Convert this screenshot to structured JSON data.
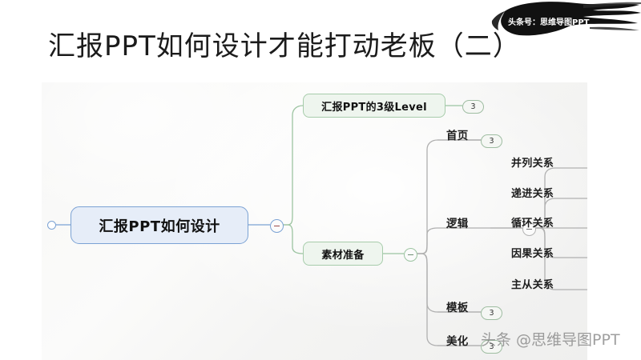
{
  "header": {
    "title": "汇报PPT如何设计才能打动老板（二）",
    "stamp_text": "头条号：思维导图PPT"
  },
  "watermark": {
    "text": "头条 @思维导图PPT"
  },
  "colors": {
    "root_fill": "#e6edf8",
    "root_border": "#7ba2d4",
    "branch_fill": "#eef5ee",
    "branch_border": "#a7ccab",
    "edge_green": "#9cc4a1",
    "edge_grey": "#b0b0b0",
    "canvas_bg": "#f6f6f5",
    "stamp_bg": "#111111"
  },
  "mindmap": {
    "root": {
      "label": "汇报PPT如何设计",
      "toggle": "collapse-minus"
    },
    "branches": [
      {
        "label": "汇报PPT的3级Level",
        "badge": "3",
        "children": []
      },
      {
        "label": "素材准备",
        "toggle": "collapse-minus",
        "children": [
          {
            "label": "首页",
            "badge": "3",
            "children": []
          },
          {
            "label": "逻辑",
            "toggle": "collapse-minus",
            "children": [
              {
                "label": "并列关系"
              },
              {
                "label": "递进关系"
              },
              {
                "label": "循环关系"
              },
              {
                "label": "因果关系"
              },
              {
                "label": "主从关系"
              }
            ]
          },
          {
            "label": "模板",
            "badge": "3",
            "children": []
          },
          {
            "label": "美化",
            "badge": "3",
            "children": []
          }
        ]
      }
    ]
  }
}
